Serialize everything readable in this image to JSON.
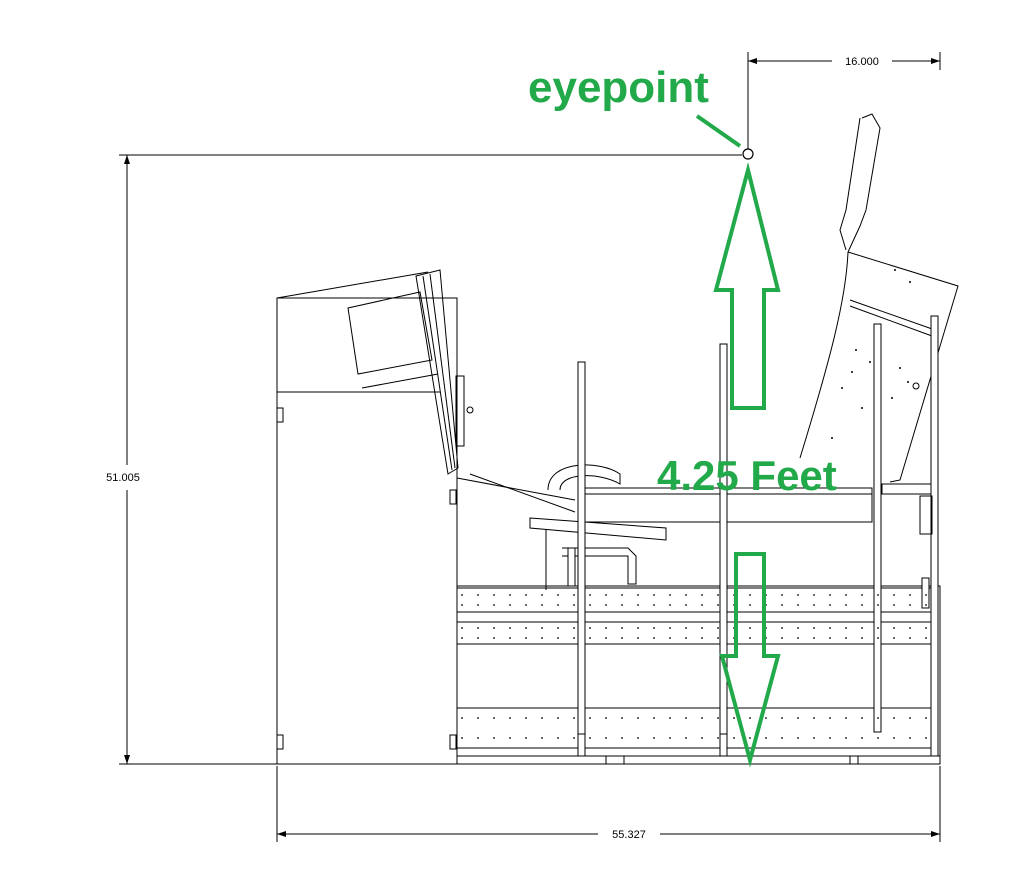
{
  "annotations": {
    "eyepoint_label": "eyepoint",
    "height_label": "4.25 Feet",
    "annotation_color": "#22a94a"
  },
  "dimensions": {
    "top": "16.000",
    "left": "51.005",
    "bottom": "55.327"
  }
}
